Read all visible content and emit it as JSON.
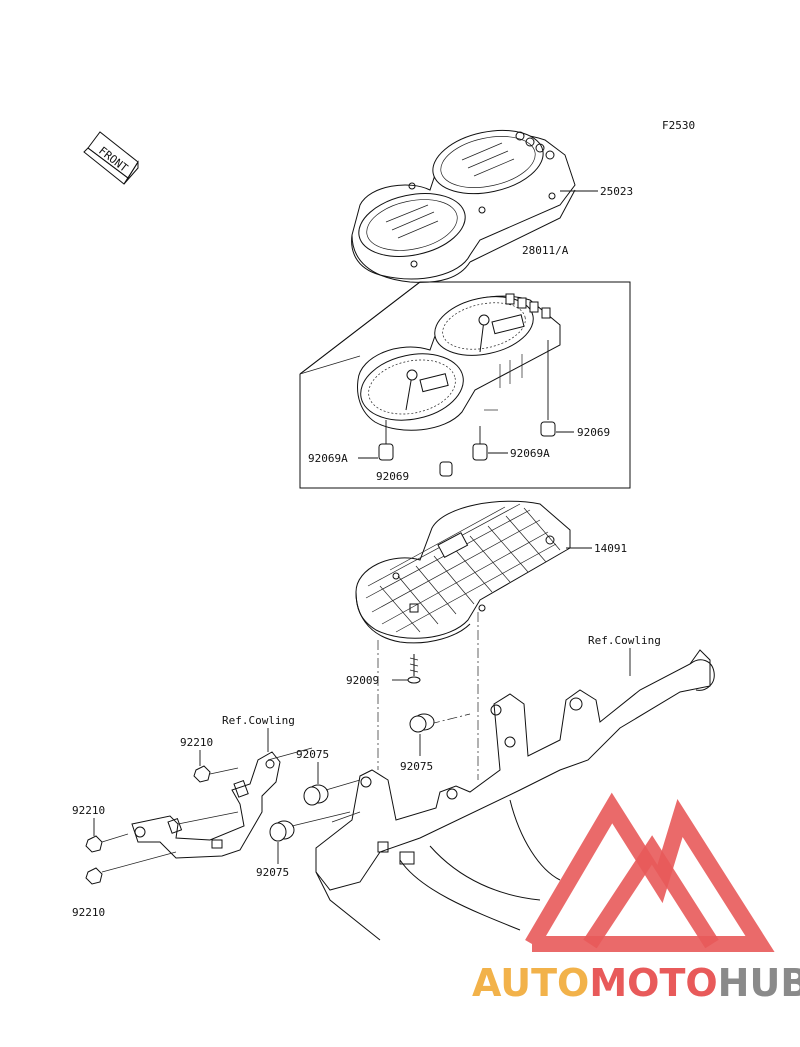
{
  "diagram_id": "F2530",
  "front_label": "FRONT",
  "parts": {
    "p25023": "25023",
    "p28011": "28011/A",
    "p92069_right": "92069",
    "p92069a_left": "92069A",
    "p92069_bottom": "92069",
    "p92069a_mid": "92069A",
    "p14091": "14091",
    "p92009": "92009",
    "p92210_upper": "92210",
    "p92075_upper": "92075",
    "p92075_right": "92075",
    "p92075_lower": "92075",
    "p92210_left": "92210",
    "p92210_bottom": "92210"
  },
  "refs": {
    "ref_cowling_right": "Ref.Cowling",
    "ref_cowling_left": "Ref.Cowling"
  },
  "watermark": {
    "part1": "AUTO",
    "part2": "MOTO",
    "part3": "HUB",
    "color1": "#f2b24a",
    "color2": "#e85a5a",
    "color3": "#8a8a8a"
  }
}
